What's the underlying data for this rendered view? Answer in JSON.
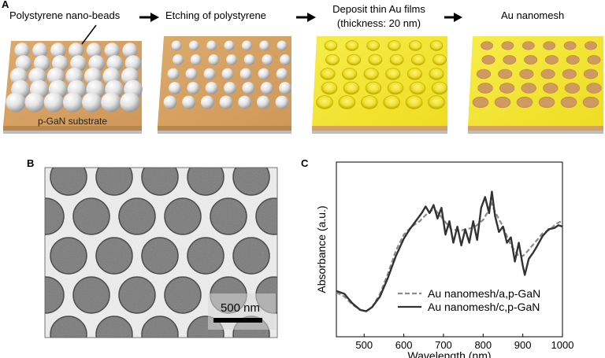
{
  "panel_a": {
    "label": "A",
    "steps": [
      {
        "caption": "Polystyrene nano-beads",
        "substrate_label": "p-GaN substrate"
      },
      {
        "caption": "Etching of polystyrene"
      },
      {
        "caption_line1": "Deposit thin Au films",
        "caption_line2": "(thickness: 20 nm)"
      },
      {
        "caption": "Au nanomesh"
      }
    ],
    "colors": {
      "substrate": "#d6a264",
      "gold": "#f3e63a",
      "gold_dark": "#c9b800",
      "bead": "#e6e6e6",
      "hole": "#cf9a60"
    }
  },
  "panel_b": {
    "label": "B",
    "scale_bar_label": "500 nm"
  },
  "panel_c": {
    "label": "C"
  },
  "chart_data": {
    "type": "line",
    "xlabel": "Wavelength (nm)",
    "ylabel": "Absorbance (a.u.)",
    "xlim": [
      430,
      1000
    ],
    "ylim": [
      0,
      1
    ],
    "xticks": [
      500,
      600,
      700,
      800,
      900,
      1000
    ],
    "legend_position": "bottom-right",
    "series": [
      {
        "name": "Au nanomesh/a,p-GaN",
        "style": "dashed",
        "color": "#8a8a8a",
        "x": [
          430,
          450,
          470,
          490,
          505,
          520,
          540,
          560,
          580,
          600,
          620,
          640,
          660,
          670,
          680,
          690,
          700,
          720,
          740,
          760,
          780,
          800,
          810,
          820,
          830,
          850,
          870,
          890,
          900,
          910,
          930,
          950,
          970,
          980,
          990,
          1000
        ],
        "y": [
          0.13,
          0.1,
          0.04,
          0.0,
          -0.01,
          0.02,
          0.12,
          0.27,
          0.44,
          0.56,
          0.62,
          0.66,
          0.72,
          0.74,
          0.74,
          0.71,
          0.67,
          0.6,
          0.59,
          0.6,
          0.62,
          0.67,
          0.72,
          0.8,
          0.73,
          0.62,
          0.48,
          0.4,
          0.4,
          0.43,
          0.5,
          0.57,
          0.6,
          0.63,
          0.65,
          0.66
        ]
      },
      {
        "name": "Au nanomesh/c,p-GaN",
        "style": "solid",
        "color": "#333333",
        "x": [
          430,
          450,
          470,
          490,
          505,
          520,
          540,
          560,
          580,
          600,
          615,
          630,
          645,
          655,
          665,
          675,
          685,
          695,
          705,
          715,
          725,
          735,
          745,
          755,
          765,
          775,
          785,
          795,
          805,
          815,
          822,
          830,
          840,
          850,
          860,
          870,
          880,
          890,
          900,
          905,
          915,
          925,
          935,
          950,
          965,
          980,
          990,
          1000
        ],
        "y": [
          0.14,
          0.12,
          0.05,
          0.0,
          -0.01,
          0.02,
          0.1,
          0.24,
          0.4,
          0.53,
          0.6,
          0.66,
          0.72,
          0.77,
          0.72,
          0.78,
          0.68,
          0.76,
          0.56,
          0.66,
          0.5,
          0.62,
          0.48,
          0.6,
          0.5,
          0.66,
          0.52,
          0.76,
          0.84,
          0.72,
          0.88,
          0.7,
          0.58,
          0.62,
          0.5,
          0.54,
          0.36,
          0.5,
          0.33,
          0.26,
          0.38,
          0.42,
          0.47,
          0.55,
          0.6,
          0.61,
          0.63,
          0.62
        ]
      }
    ]
  }
}
